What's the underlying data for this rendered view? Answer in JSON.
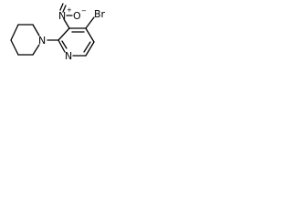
{
  "molecule": {
    "atoms": {
      "br": "Br",
      "n_nitro": "N",
      "n_nitro_charge": "+",
      "o_nitro": "O",
      "o_nitro_charge": "−",
      "n_pyridine": "N",
      "n_piperidine": "N"
    },
    "colors": {
      "bond": "#000000",
      "label": "#000000",
      "background": "#ffffff"
    }
  }
}
